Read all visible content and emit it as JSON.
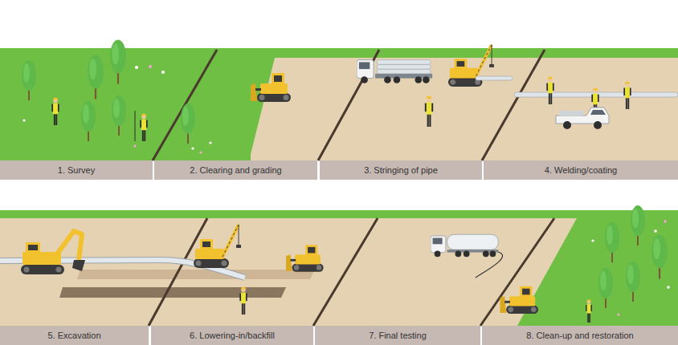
{
  "diagram": {
    "nodes": [
      {
        "text": [
          "1. Survey"
        ]
      },
      {
        "text": [
          "2. Clearing and grading"
        ]
      },
      {
        "text": [
          "3. Stringing of pipe"
        ]
      },
      {
        "text": [
          "4. Welding/coating"
        ]
      },
      {
        "text": [
          "5. Excavation"
        ]
      },
      {
        "text": [
          "6. Lowering-in/backfill"
        ]
      },
      {
        "text": [
          "7. Final testing"
        ]
      },
      {
        "text": [
          "8. Clean-up and restoration"
        ]
      }
    ]
  }
}
